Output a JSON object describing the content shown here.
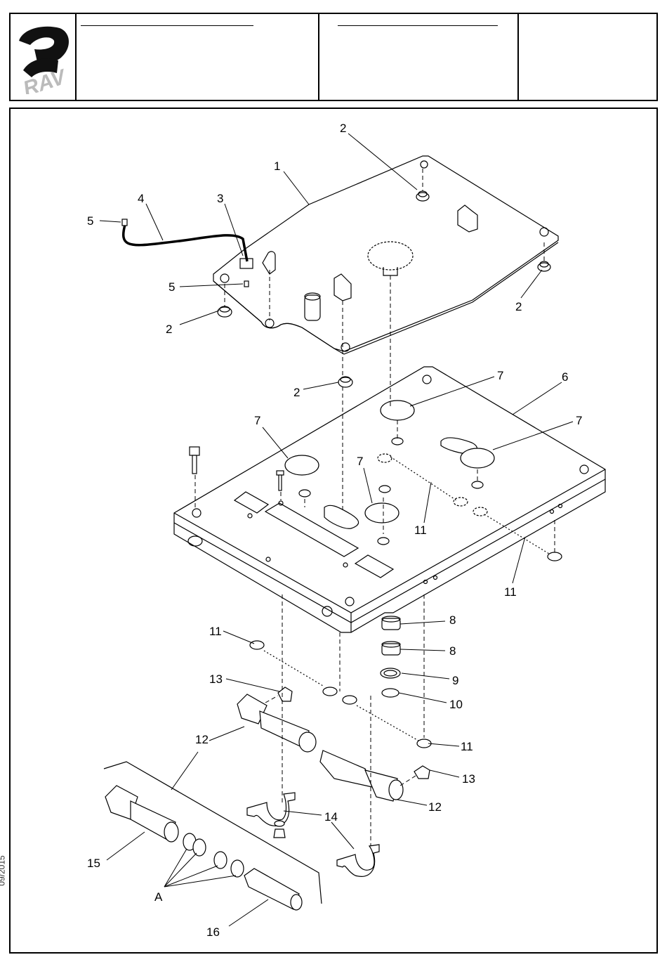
{
  "logo": {
    "text": "RAV"
  },
  "date_stamp": "09/2015",
  "callouts": {
    "c1": "1",
    "c2a": "2",
    "c2b": "2",
    "c2c": "2",
    "c2d": "2",
    "c3": "3",
    "c4": "4",
    "c5a": "5",
    "c5b": "5",
    "c6": "6",
    "c7a": "7",
    "c7b": "7",
    "c7c": "7",
    "c7d": "7",
    "c8a": "8",
    "c8b": "8",
    "c9": "9",
    "c10": "10",
    "c11a": "11",
    "c11b": "11",
    "c11c": "11",
    "c11d": "11",
    "c12a": "12",
    "c12b": "12",
    "c13a": "13",
    "c13b": "13",
    "c14": "14",
    "c15": "15",
    "c16": "16",
    "cA": "A"
  }
}
